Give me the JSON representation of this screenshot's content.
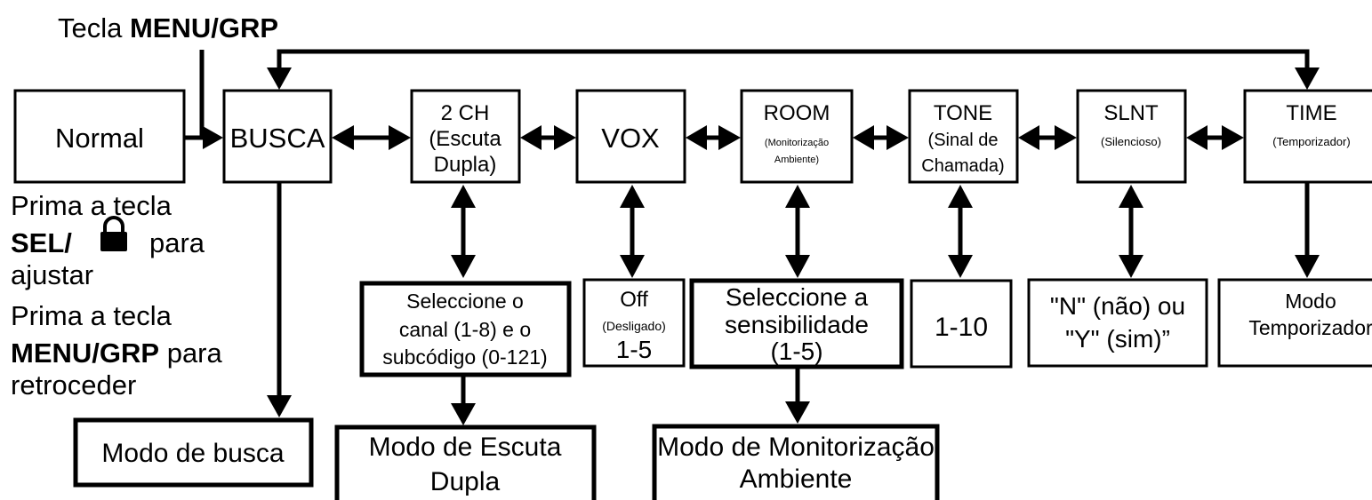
{
  "header": {
    "prefix": "Tecla ",
    "key": "MENU/GRP"
  },
  "normal": "Normal",
  "menu": {
    "busca": "BUSCA",
    "ch2": {
      "line1": "2 CH",
      "line2": "(Escuta",
      "line3": "Dupla)"
    },
    "vox": "VOX",
    "room": {
      "line1": "ROOM",
      "line2": "(Monitorização",
      "line3": "Ambiente)"
    },
    "tone": {
      "line1": "TONE",
      "line2": "(Sinal de",
      "line3": "Chamada)"
    },
    "slnt": {
      "line1": "SLNT",
      "line2": "(Silencioso)"
    },
    "time": {
      "line1": "TIME",
      "line2": "(Temporizador)"
    }
  },
  "settings": {
    "ch2": {
      "line1": "Seleccione o",
      "line2": "canal (1-8) e o",
      "line3": "subcódigo (0-121)"
    },
    "vox": {
      "line1": "Off",
      "line2": "(Desligado)",
      "line3": "1-5"
    },
    "room": {
      "line1": "Seleccione a",
      "line2": "sensibilidade",
      "line3": "(1-5)"
    },
    "tone": "1-10",
    "slnt": {
      "line1": "\"N\" (não) ou",
      "line2": "\"Y\" (sim)”"
    },
    "time": {
      "line1": "Modo",
      "line2": "Temporizador"
    }
  },
  "modes": {
    "busca": "Modo de busca",
    "ch2": {
      "line1": "Modo de Escuta",
      "line2": "Dupla"
    },
    "room": {
      "line1": "Modo de Monitorização",
      "line2": "Ambiente"
    }
  },
  "instructions": {
    "adjust": {
      "line1": "Prima a tecla",
      "key": "SEL/",
      "icon": "lock-icon",
      "line2_rest": "para",
      "line3": "ajustar"
    },
    "back": {
      "line1": "Prima a tecla",
      "key": "MENU/GRP",
      "line2_rest": "para",
      "line3": "retroceder"
    }
  }
}
